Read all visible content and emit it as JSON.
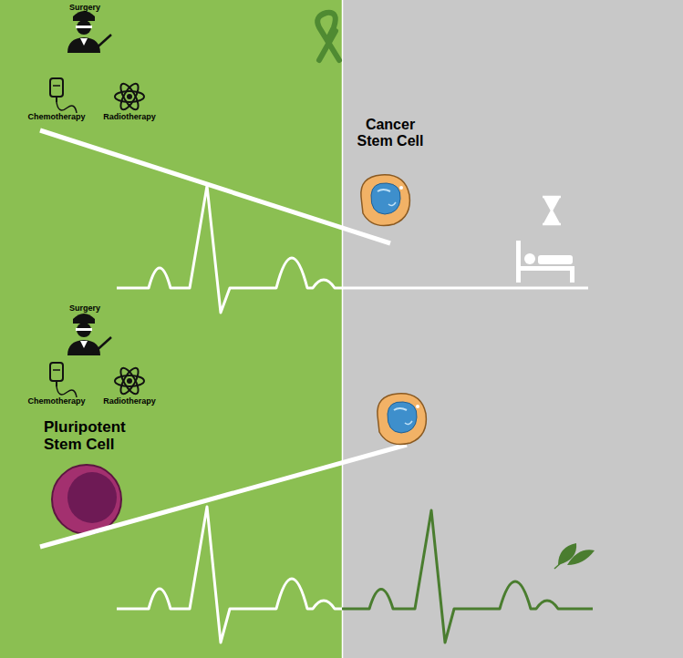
{
  "diagram": {
    "labels": [
      "Surgery",
      "Chemotherapy",
      "Radiotherapy",
      "Cancer Stem Cell",
      "Surgery",
      "Chemotherapy",
      "Radiotherapy",
      "Pluripotent Stem Cell"
    ]
  }
}
